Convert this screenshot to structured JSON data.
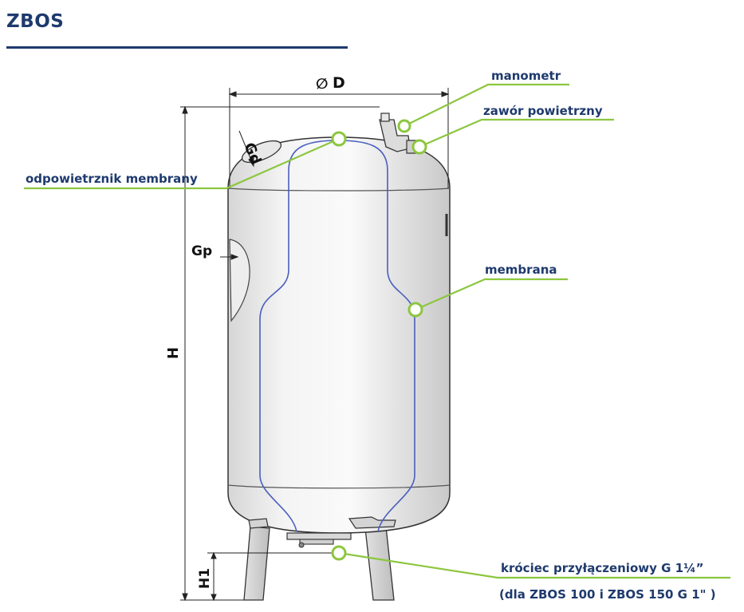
{
  "header": {
    "title": "ZBOS"
  },
  "dimensions": {
    "diameter_symbol": "∅",
    "diameter": "D",
    "height": "H",
    "leg_height": "H1",
    "gd": "Gd",
    "gp": "Gp"
  },
  "callouts": {
    "manometer": "manometr",
    "air_valve": "zawór powietrzny",
    "membrane_vent": "odpowietrznik membrany",
    "membrane": "membrana",
    "connection_line1": "króciec przyłączeniowy  G 1¼”",
    "connection_line2": "(dla ZBOS 100 i ZBOS 150  G 1\" )"
  },
  "colors": {
    "title": "#1e3a6e",
    "callout_line": "#8cc63f",
    "membrane_line": "#4a5fbf",
    "tank_outline": "#333333"
  }
}
